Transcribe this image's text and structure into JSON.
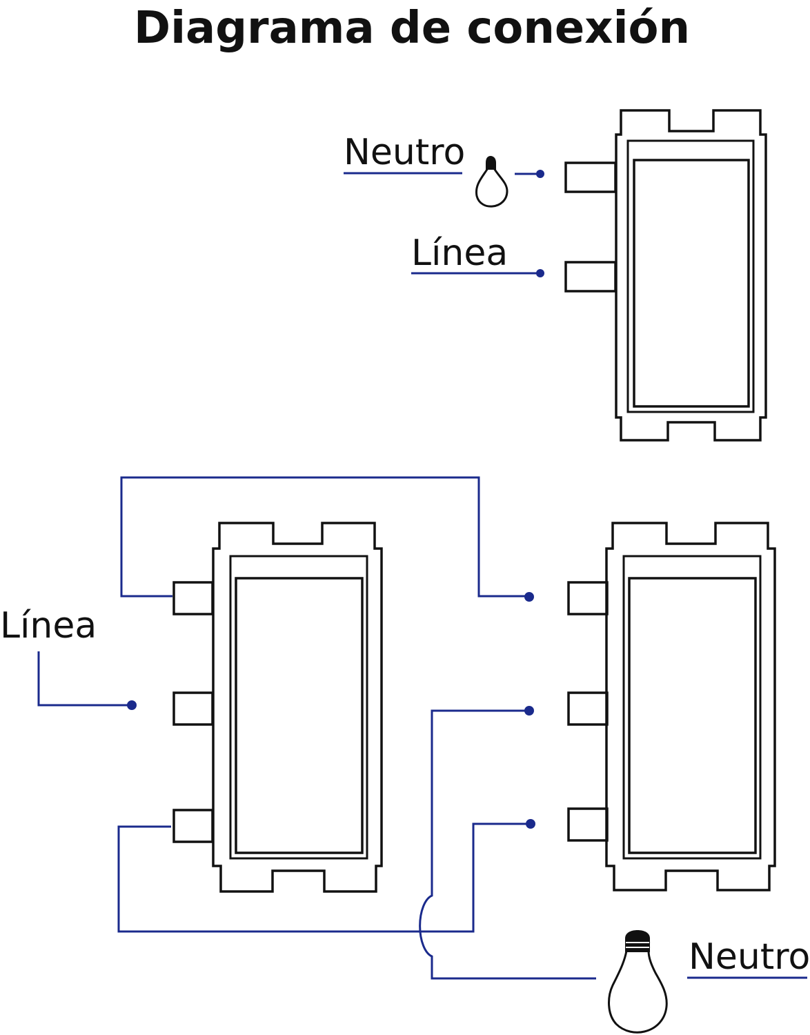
{
  "diagram": {
    "title": "Diagrama de conexión",
    "labels": {
      "top_neutral": "Neutro",
      "top_line": "Línea",
      "bottom_line": "Línea",
      "bottom_neutral": "Neutro"
    },
    "colors": {
      "wire": "#1a2a8c",
      "outline": "#111111",
      "background": "#ffffff"
    },
    "components": {
      "switches": [
        "single-pole-switch",
        "three-way-switch-left",
        "three-way-switch-right"
      ],
      "bulbs": [
        "small-bulb-icon",
        "large-bulb-icon"
      ]
    }
  }
}
